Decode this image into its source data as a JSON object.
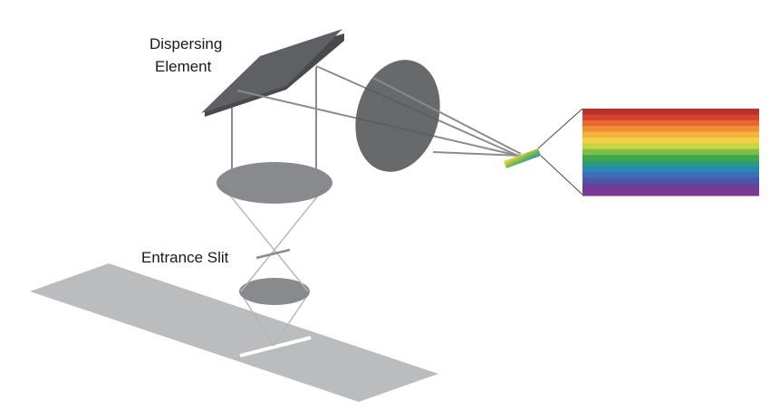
{
  "labels": {
    "dispersing_line1": "Dispersing",
    "dispersing_line2": "Element",
    "entrance_slit": "Entrance Slit"
  },
  "colors": {
    "sample_plane": "#bbbcbe",
    "slit_highlight": "#ffffff",
    "lens": "#7f8083",
    "lens_dark": "#58595b",
    "grating": "#5f6063",
    "grating_edge": "#494a4c",
    "beam": "#8a8b8d",
    "beam_light": "#b4b5b7",
    "label_text": "#1a1a1a"
  },
  "spectrum_bands": [
    "#b5312e",
    "#d4432c",
    "#e8662f",
    "#f08f33",
    "#f6b33c",
    "#f4d046",
    "#c5d443",
    "#7cc046",
    "#3fa84c",
    "#2d9a78",
    "#2a86b6",
    "#3a6fb5",
    "#4f55a6",
    "#6a3f98",
    "#7c3892"
  ]
}
